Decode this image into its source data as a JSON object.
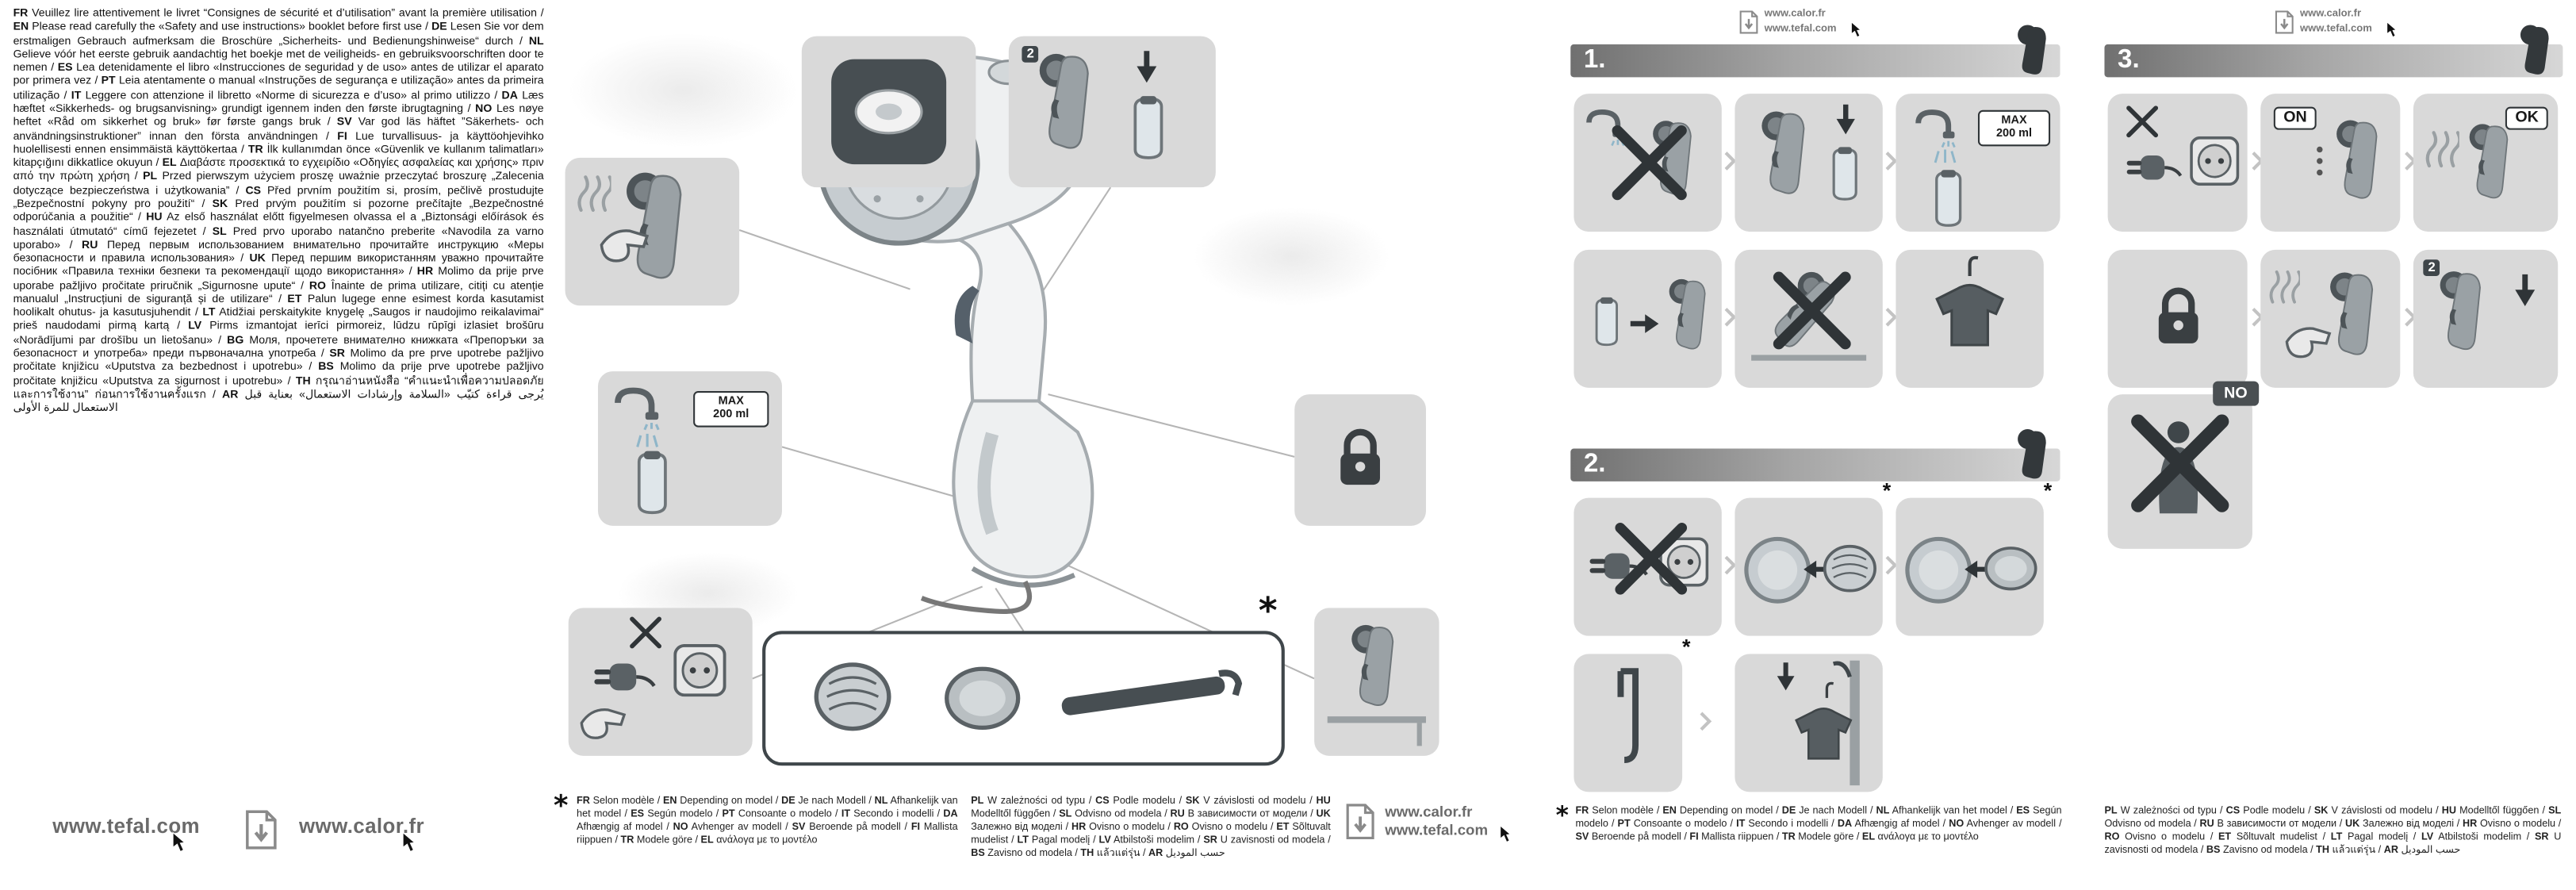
{
  "document": {
    "type": "instruction-leaflet",
    "product": "handheld garment steamer"
  },
  "colors": {
    "page_bg": "#ffffff",
    "tile_bg": "#d9d9d9",
    "pictogram_dark": "#3f464a",
    "bar_start": "#707070",
    "bar_end": "#d7d7d7"
  },
  "safety_text": "FR Veuillez lire attentivement le livret “Consignes de sécurité et d’utilisation” avant la première utilisation / EN Please read carefully the «Safety and use instructions» booklet before first use / DE Lesen Sie vor dem erstmaligen Gebrauch aufmerksam die Broschüre „Sicherheits- und Bedienungshinweise“ durch / NL Gelieve vóór het eerste gebruik aandachtig het boekje met de veiligheids- en gebruiksvoorschriften door te nemen / ES Lea detenidamente el libro «Instrucciones de seguridad y de uso» antes de utilizar el aparato por primera vez / PT Leia atentamente o manual «Instruções de segurança e utilização» antes da primeira utilização / IT Leggere con attenzione il libretto «Norme di sicurezza e d’uso» al primo utilizzo / DA Læs hæftet «Sikkerheds- og brugsanvisning» grundigt igennem inden den første ibrugtagning / NO Les nøye heftet «Råd om sikkerhet og bruk» før første gangs bruk / SV Var god läs häftet ”Säkerhets- och användningsinstruktioner” innan den första användningen / FI Lue turvallisuus- ja käyttöohjevihko huolellisesti ennen ensimmäistä käyttökertaa / TR İlk kullanımdan önce «Güvenlik ve kullanım talimatları» kitapçığını dikkatlice okuyun / EL Διαβάστε προσεκτικά το εγχειρίδιο «Οδηγίες ασφαλείας και χρήσης» πριν από την πρώτη χρήση / PL Przed pierwszym użyciem proszę uważnie przeczytać broszurę „Zalecenia dotyczące bezpieczeństwa i użytkowania” / CS Před prvním použitím si, prosím, pečlivě prostudujte „Bezpečnostní pokyny pro použití“ / SK Pred prvým použitím si pozorne prečítajte „Bezpečnostné odporúčania a použitie“ / HU Az első használat előtt figyelmesen olvassa el a „Biztonsági előírások és használati útmutató“ című fejezetet / SL Pred prvo uporabo natančno preberite «Navodila za varno uporabo» / RU Перед первым использованием внимательно прочитайте инструкцию «Меры безопасности и правила использования» / UK Перед першим використанням уважно прочитайте посібник «Правила техніки безпеки та рекомендації щодо використання» / HR Molimo da prije prve uporabe pažljivo pročitate priručnik „Sigurnosne upute“ / RO Înainte de prima utilizare, citiți cu atenție manualul „Instrucțiuni de siguranță și de utilizare“ / ET Palun lugege enne esimest korda kasutamist hoolikalt ohutus- ja kasutusjuhendit / LT Atidžiai perskaitykite knygelę „Saugos ir naudojimo reikalavimai“ prieš naudodami pirmą kartą / LV Pirms izmantojat ierīci pirmoreiz, lūdzu rūpīgi izlasiet brošūru «Norādījumi par drošību un lietošanu» / BG Моля, прочетете внимателно книжката «Препоръки за безопасност и употреба» преди първоначална употреба / SR Molimo da pre prve upotrebe pažljivo pročitate knjižicu «Uputstva za bezbednost i upotrebu» / BS Molimo da prije prve upotrebe pažljivo pročitate knjižicu «Uputstva za sigurnost i upotrebu» / TH กรุณาอ่านหนังสือ “คำแนะนำเพื่อความปลอดภัยและการใช้งาน” ก่อนการใช้งานครั้งแรก / AR يُرجى قراءة كتيّب «السلامة وإرشادات الاستعمال» بعناية قبل الاستعمال للمرة الأولى",
  "websites": {
    "tefal": "www.tefal.com",
    "calor": "www.calor.fr"
  },
  "labels": {
    "asterisk": "*",
    "max_line1": "MAX",
    "max_line2": "200 ml",
    "on": "ON",
    "ok": "OK",
    "no": "NO",
    "step2": "2",
    "panel1": "1.",
    "panel2": "2.",
    "panel3": "3."
  },
  "model_note": {
    "col1": "FR Selon modèle / EN Depending on model / DE Je nach Modell / NL Afhankelijk van het model / ES Según modelo / PT Consoante o modelo / IT Secondo i modelli / DA Afhængig af model / NO Avhenger av modell / SV Beroende på modell / FI Mallista riippuen / TR Modele göre / EL ανάλογα με το μοντέλο",
    "col2": "PL W zależności od typu / CS Podle modelu / SK V závislosti od modelu / HU Modelltől függően / SL Odvisno od modela / RU В зависимости от модели / UK Залежно від моделі / HR Ovisno o modelu / RO Ovisno o modelu / ET Sõltuvalt mudelist / LT Pagal modelį / LV Atbilstoši modelim / SR U zavisnosti od modela / BS Zavisno od modela / TH แล้วแต่รุ่น / AR حسب الموديل"
  }
}
